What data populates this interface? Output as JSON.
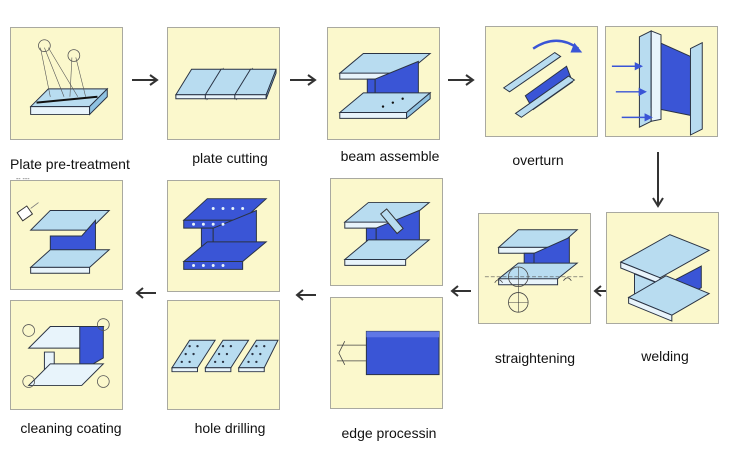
{
  "colors": {
    "panel_bg": "#fbf8cc",
    "steel_blue": "#3a55d6",
    "steel_light": "#b8dcf0",
    "outline": "#2a3344",
    "arrow": "#333333"
  },
  "steps": [
    {
      "label": "Plate pre-treatment"
    },
    {
      "label": "plate cutting"
    },
    {
      "label": "beam assemble"
    },
    {
      "label": "overturn"
    },
    {
      "label": "welding"
    },
    {
      "label": "straightening"
    },
    {
      "label": "edge processin"
    },
    {
      "label": "hole drilling"
    },
    {
      "label": "cleaning coating"
    }
  ]
}
